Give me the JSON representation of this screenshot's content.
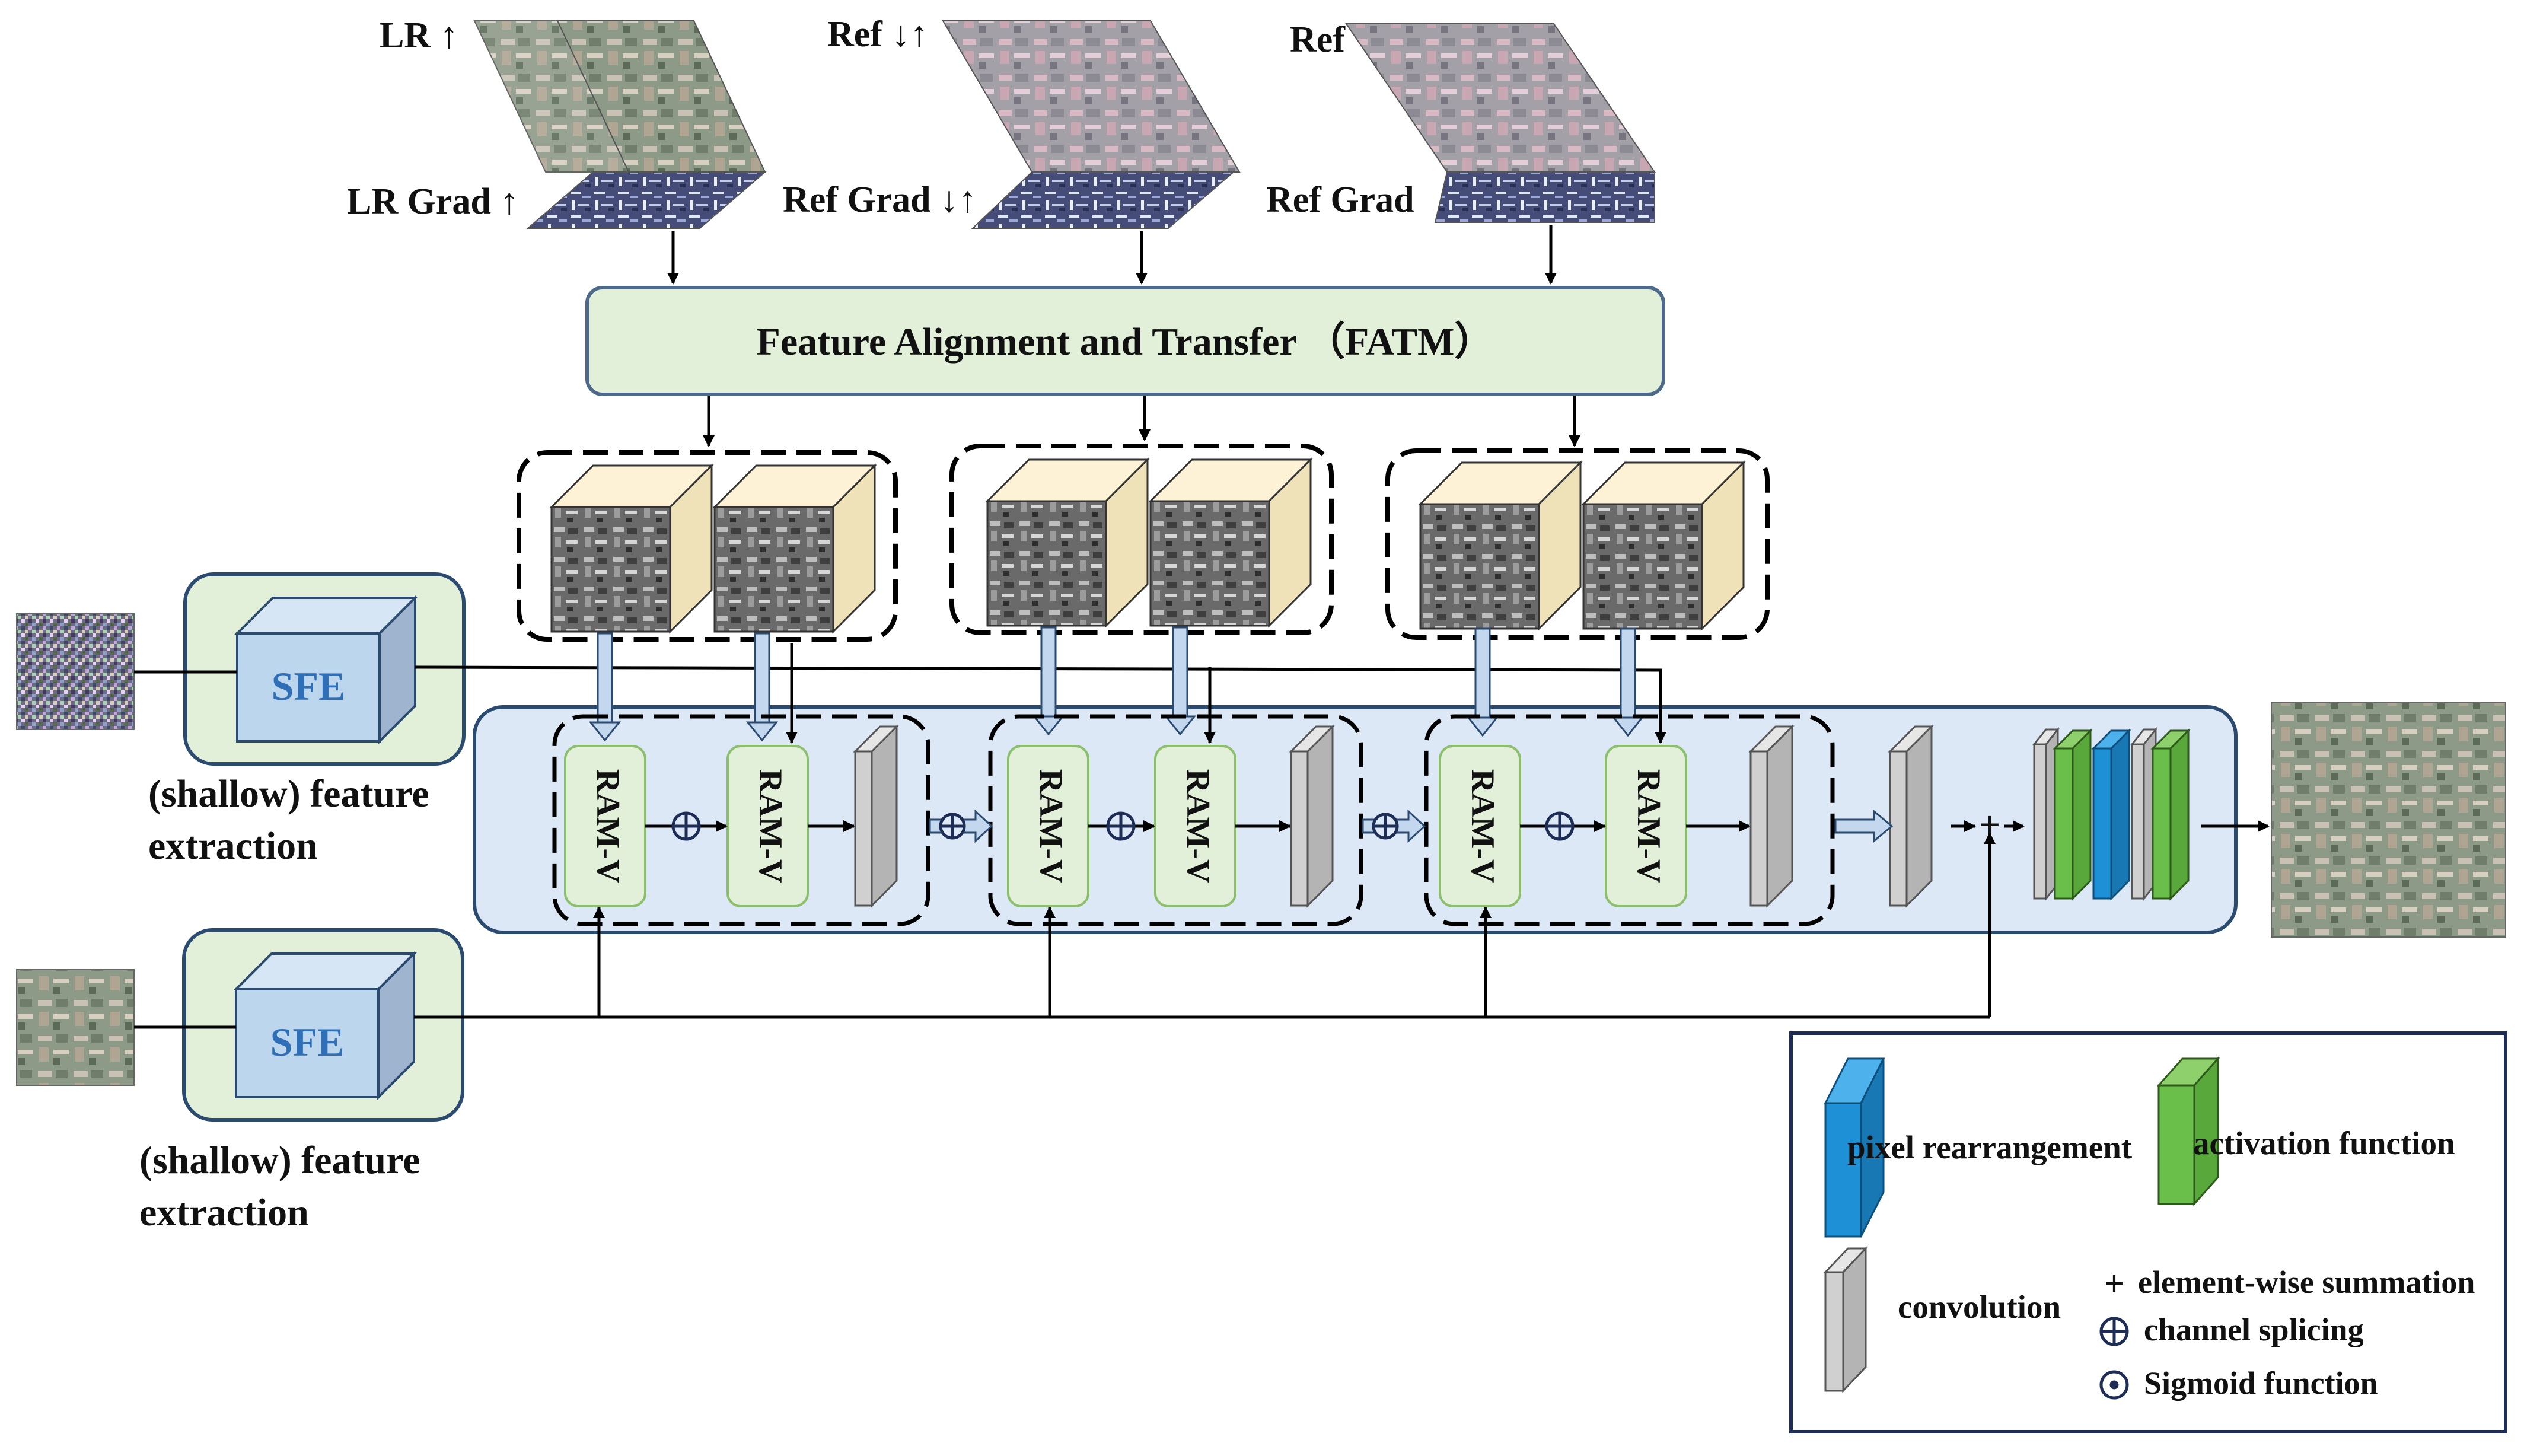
{
  "inputs": {
    "lr_up": "LR ↑",
    "lr_grad_up": "LR Grad ↑",
    "ref_down_up": "Ref ↓↑",
    "ref_grad_down_up": "Ref Grad ↓↑",
    "ref": "Ref",
    "ref_grad": "Ref Grad"
  },
  "fatm": {
    "label": "Feature Alignment and Transfer  （FATM）"
  },
  "sfe_modules": [
    {
      "name": "SFE",
      "caption_line1": "(shallow) feature",
      "caption_line2": "extraction"
    },
    {
      "name": "SFE",
      "caption_line1": "(shallow) feature",
      "caption_line2": "extraction"
    }
  ],
  "ram_label": "RAM-V",
  "symbols": {
    "plus": "+",
    "oplus": "⊕",
    "odot": "⊙"
  },
  "legend": {
    "pixel_rearrangement": "pixel rearrangement",
    "activation_function": "activation function",
    "convolution": "convolution",
    "element_wise_summation": "element-wise summation",
    "channel_splicing": "channel splicing",
    "sigmoid_function": "Sigmoid function"
  },
  "colors": {
    "fatm_fill": "#e2efd9",
    "fatm_stroke": "#4d6a8a",
    "main_panel_fill": "#dce8f5",
    "main_panel_stroke": "#2a4a70",
    "sfe_box_fill": "#e2efd9",
    "sfe_cube_front": "#bcd6ee",
    "ram_fill": "#e2efd9",
    "ram_stroke": "#8cbf6c",
    "conv_face": "#d0d0d0",
    "conv_side": "#b4b4b4",
    "pixel_rearrangement": "#1e90d6",
    "activation": "#6abf4b",
    "cube_top": "#fdf2d5",
    "cube_side": "#efe2b8"
  },
  "icons": [
    "arrow-icon",
    "hollow-arrow-icon",
    "plus-icon",
    "oplus-icon",
    "odot-icon",
    "cube-icon"
  ]
}
